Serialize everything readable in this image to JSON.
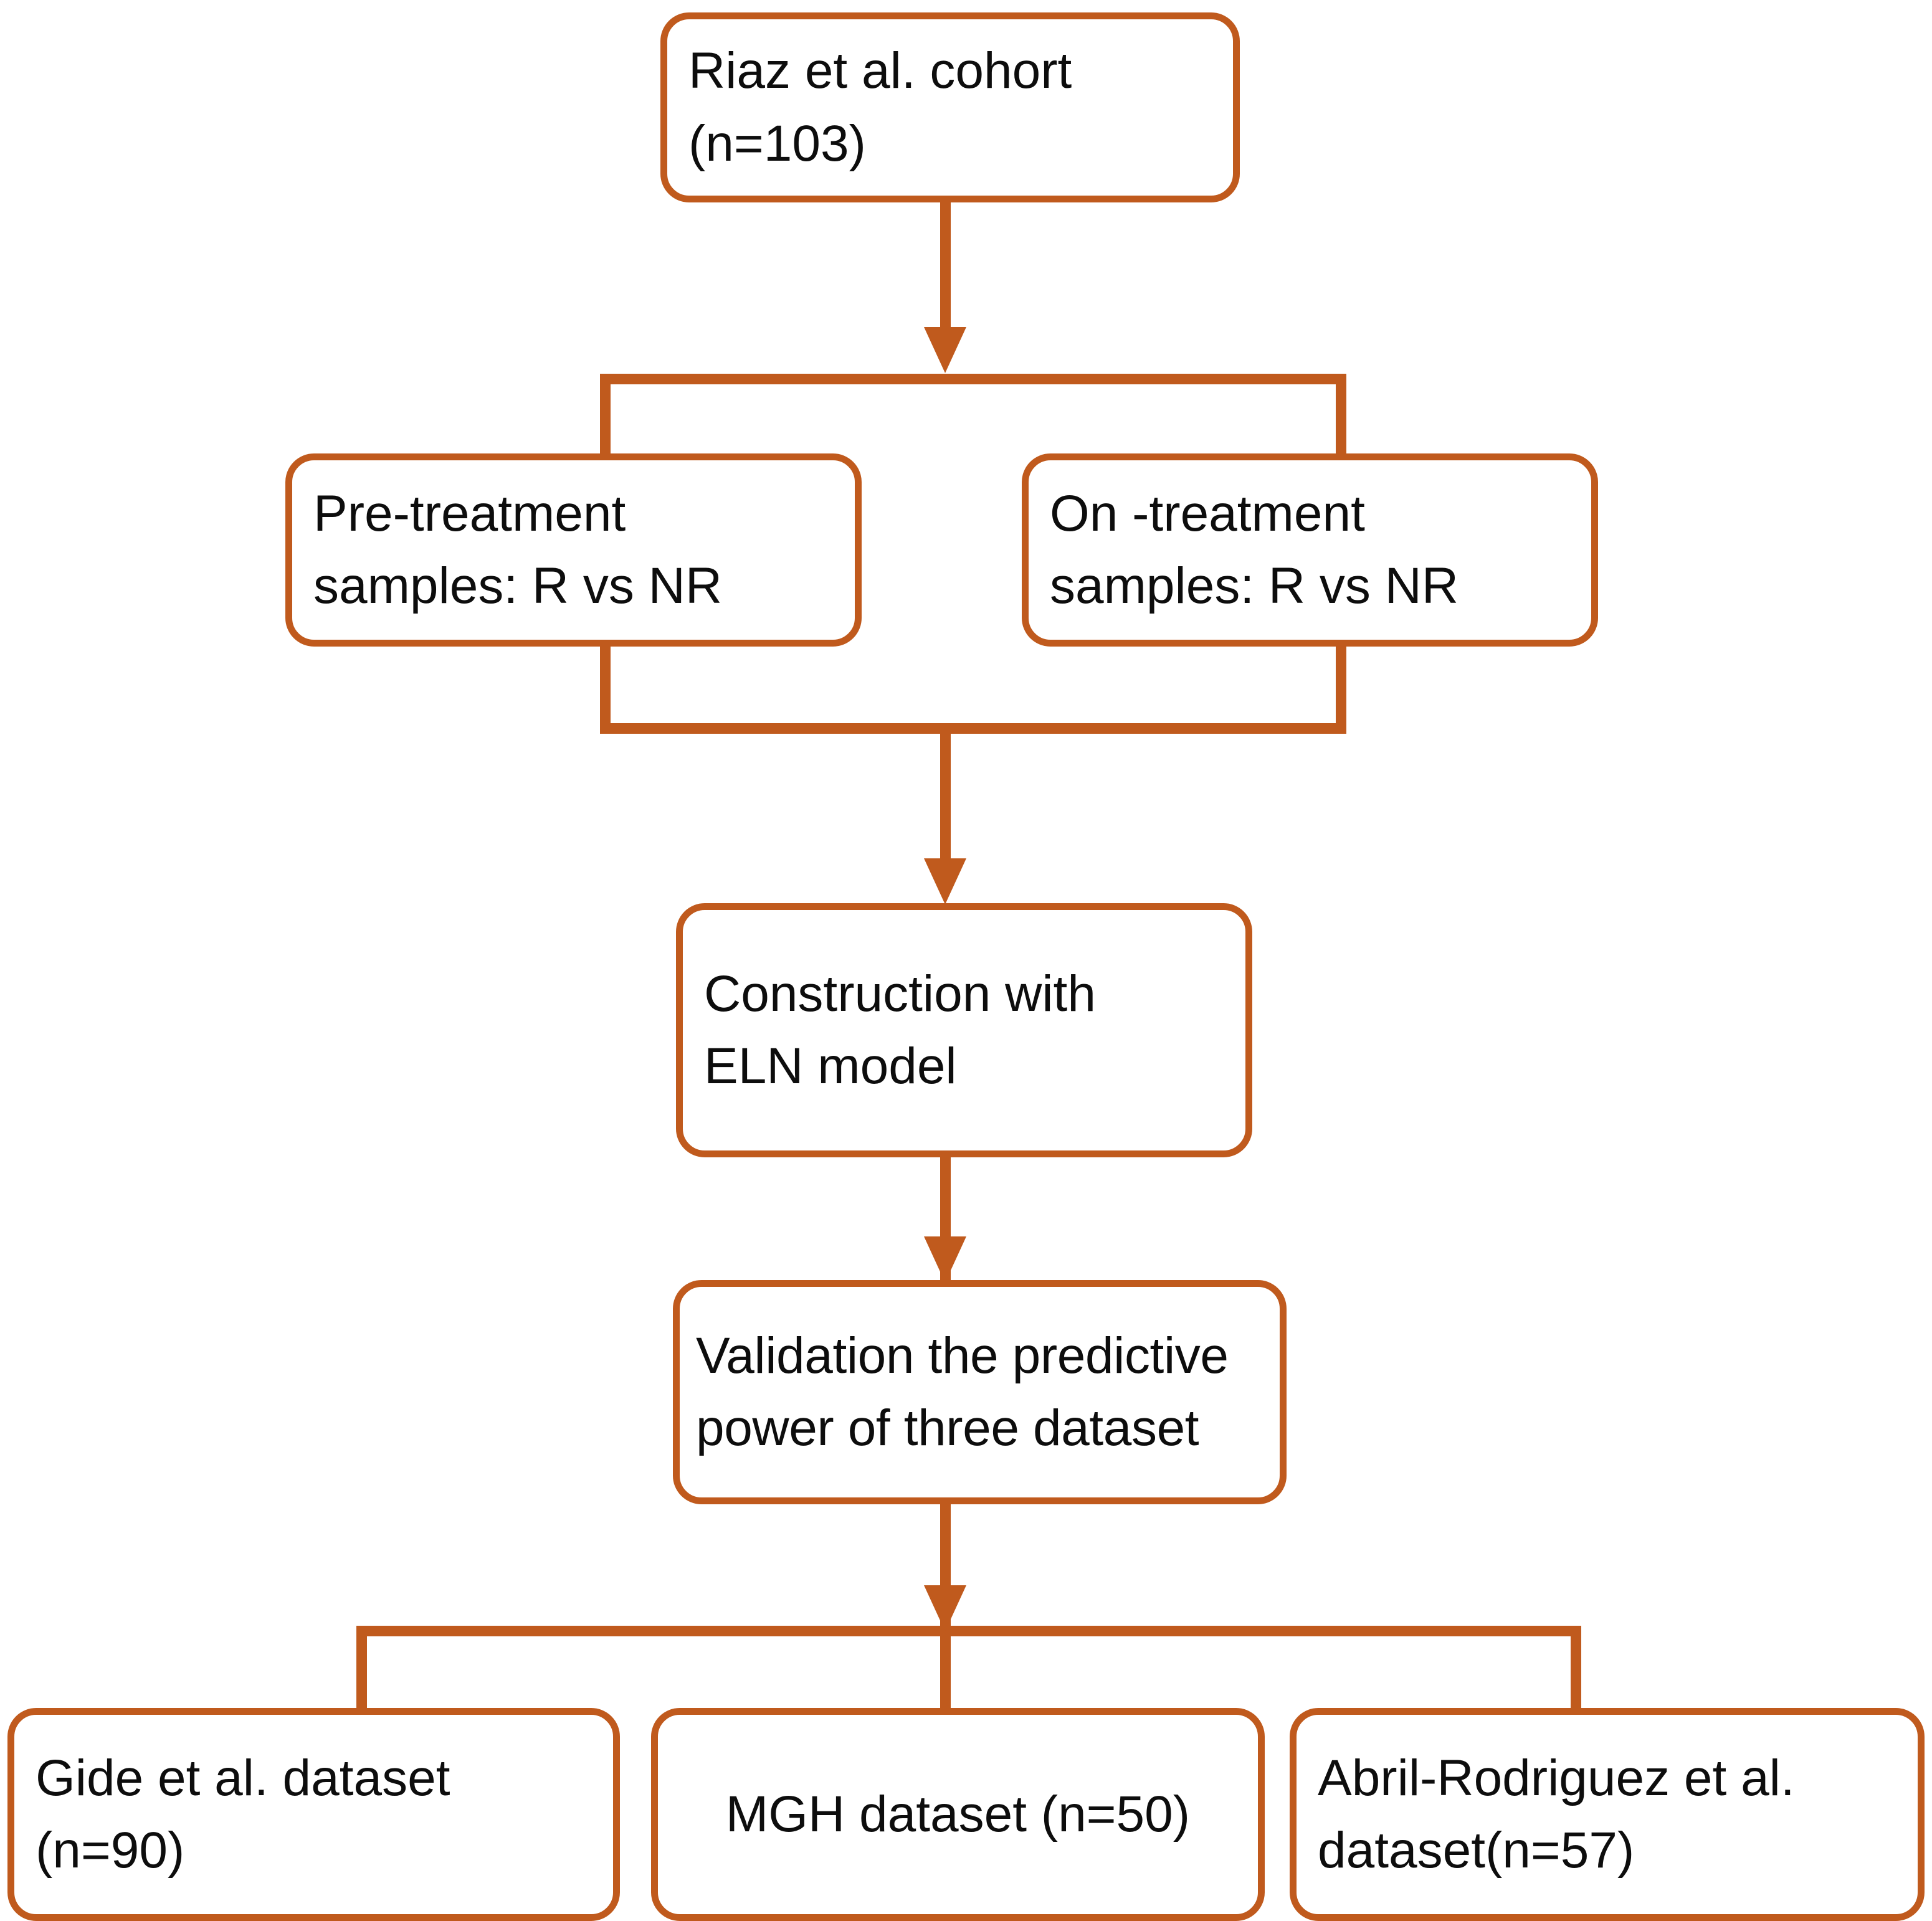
{
  "diagram": {
    "title": "Study workflow flowchart",
    "accent_color": "#C05A1D",
    "text_color": "#0d0d0d",
    "background_color": "#ffffff",
    "nodes": [
      {
        "id": "riaz-cohort",
        "lines": [
          "Riaz et al. cohort",
          "(n=103)"
        ],
        "line1": "Riaz et al. cohort",
        "line2": "(n=103)"
      },
      {
        "id": "pre-treatment",
        "lines": [
          "Pre-treatment",
          "samples: R vs NR"
        ],
        "line1": "Pre-treatment",
        "line2": "samples: R vs NR"
      },
      {
        "id": "on-treatment",
        "lines": [
          "On -treatment",
          "samples: R vs NR"
        ],
        "line1": "On -treatment",
        "line2": "samples: R vs NR"
      },
      {
        "id": "eln-construction",
        "lines": [
          "Construction with",
          "ELN model"
        ],
        "line1": "Construction with",
        "line2": "ELN model"
      },
      {
        "id": "validation",
        "lines": [
          "Validation the predictive",
          "power of three dataset"
        ],
        "line1": "Validation the predictive",
        "line2": "power of three dataset"
      },
      {
        "id": "gide-dataset",
        "lines": [
          "Gide et al. dataset",
          "(n=90)"
        ],
        "line1": "Gide et al. dataset",
        "line2": "(n=90)"
      },
      {
        "id": "mgh-dataset",
        "lines": [
          "MGH dataset (n=50)"
        ],
        "line1": "MGH dataset (n=50)",
        "line2": ""
      },
      {
        "id": "abril-rodriguez-dataset",
        "lines": [
          "Abril-Rodriguez et al.",
          "dataset(n=57)"
        ],
        "line1": "Abril-Rodriguez et al.",
        "line2": "dataset(n=57)"
      }
    ],
    "edges": [
      {
        "from": "riaz-cohort",
        "to": "split-1",
        "type": "arrow-down"
      },
      {
        "from": "split-1",
        "to": "pre-treatment",
        "type": "branch"
      },
      {
        "from": "split-1",
        "to": "on-treatment",
        "type": "branch"
      },
      {
        "from": "merge-1",
        "to": "eln-construction",
        "type": "arrow-down"
      },
      {
        "from": "eln-construction",
        "to": "validation",
        "type": "arrow-down"
      },
      {
        "from": "validation",
        "to": "split-2",
        "type": "arrow-down"
      },
      {
        "from": "split-2",
        "to": "gide-dataset",
        "type": "branch"
      },
      {
        "from": "split-2",
        "to": "mgh-dataset",
        "type": "branch"
      },
      {
        "from": "split-2",
        "to": "abril-rodriguez-dataset",
        "type": "branch"
      }
    ]
  }
}
